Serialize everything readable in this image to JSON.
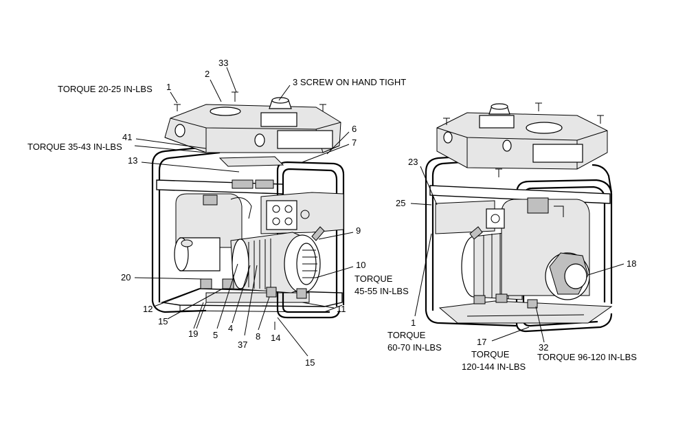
{
  "callouts_left": {
    "c1": "1",
    "c1_torque": "TORQUE 20-25 IN-LBS",
    "c2": "2",
    "c33": "33",
    "c3": "3 SCREW ON HAND TIGHT",
    "c41": "41",
    "c41_torque": "TORQUE 35-43 IN-LBS",
    "c6": "6",
    "c7": "7",
    "c13": "13",
    "c9": "9",
    "c10": "10",
    "c10_torque_1": "TORQUE",
    "c10_torque_2": "45-55 IN-LBS",
    "c20": "20",
    "c12": "12",
    "c11": "11",
    "c15a": "15",
    "c19": "19",
    "c5": "5",
    "c4": "4",
    "c37": "37",
    "c8": "8",
    "c14": "14",
    "c15b": "15"
  },
  "callouts_right": {
    "c23": "23",
    "c25": "25",
    "c18": "18",
    "c1": "1",
    "c1_torque_1": "TORQUE",
    "c1_torque_2": "60-70 IN-LBS",
    "c17": "17",
    "c17_torque_1": "TORQUE",
    "c17_torque_2": "120-144 IN-LBS",
    "c32": "32",
    "c32_torque": "TORQUE 96-120 IN-LBS"
  }
}
